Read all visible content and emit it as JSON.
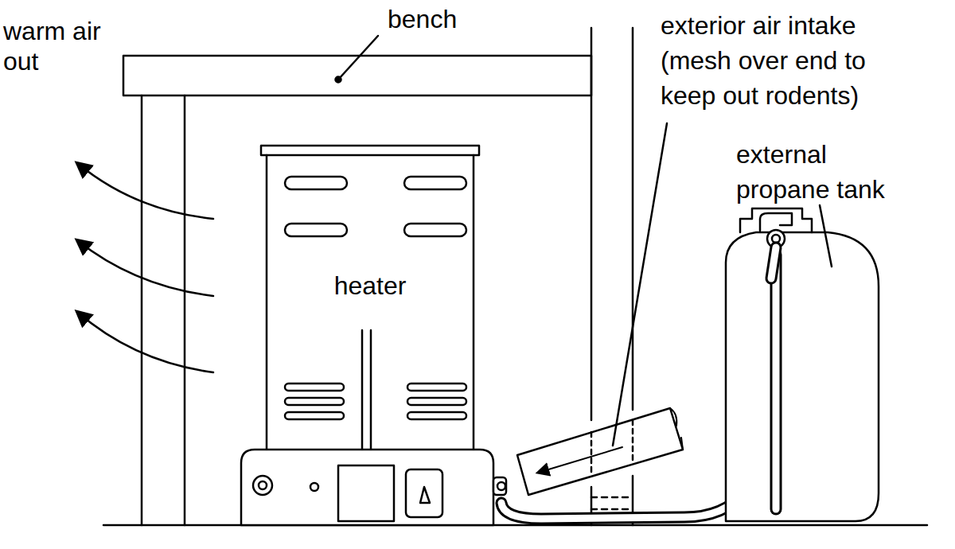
{
  "diagram": {
    "nodes": [
      {
        "text": [
          "heater"
        ]
      }
    ],
    "labels": [
      "bench",
      "warm air out",
      "exterior air intake (mesh over end to keep out rodents)",
      "external propane tank"
    ]
  }
}
